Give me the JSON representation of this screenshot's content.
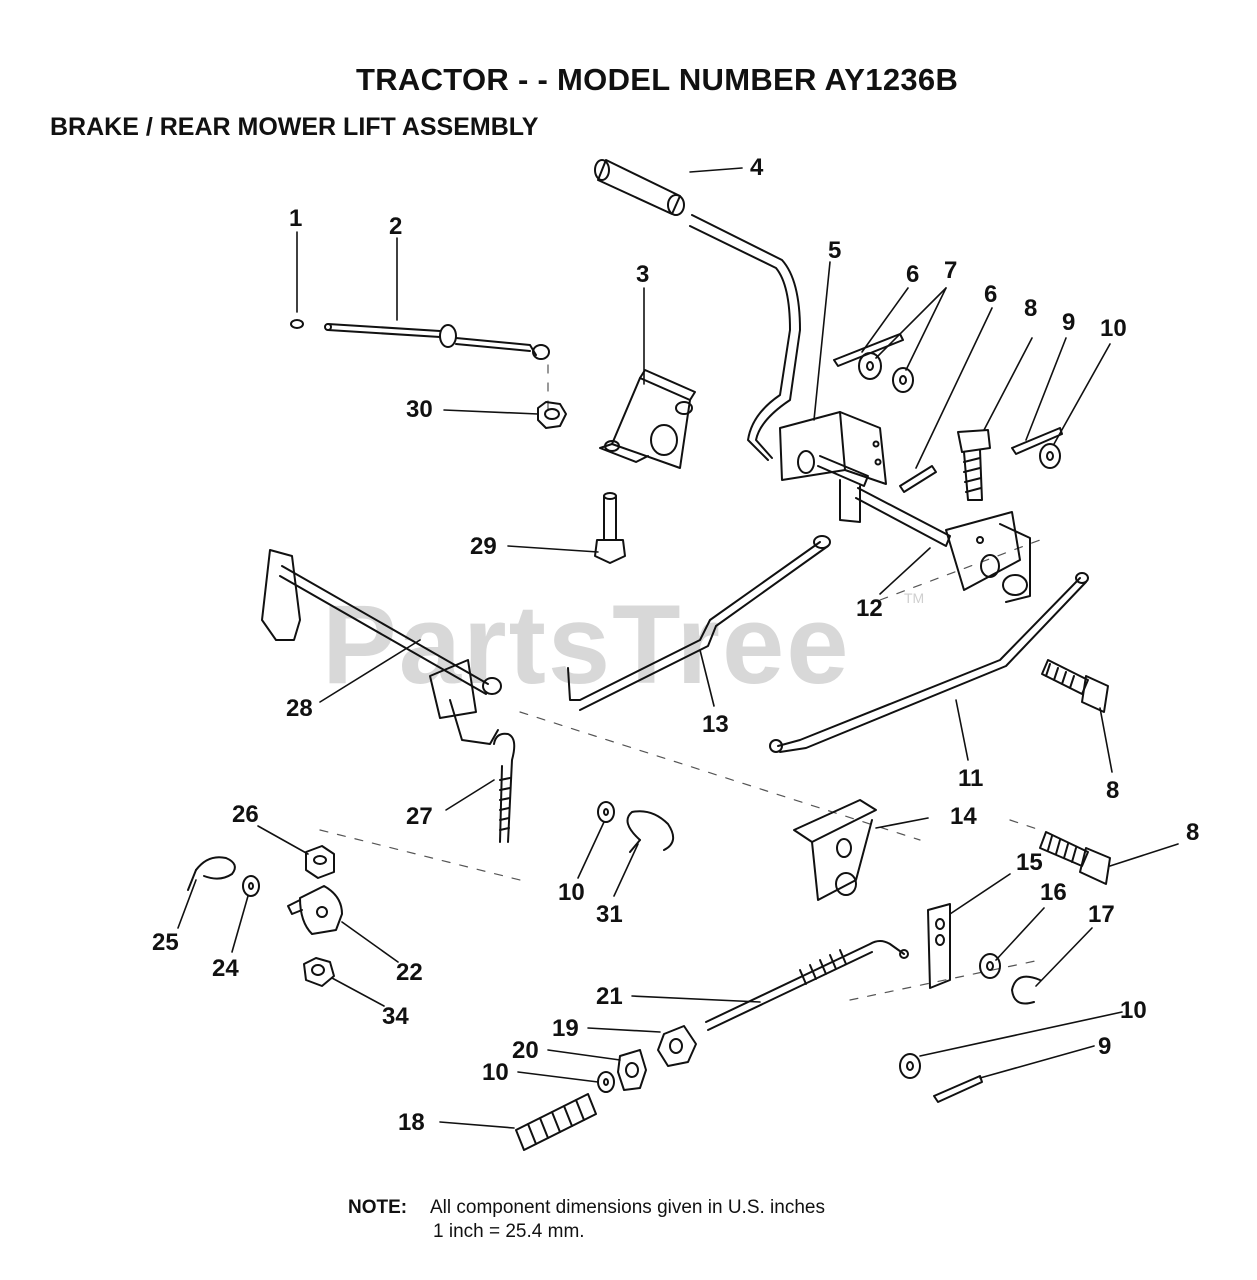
{
  "title": "TRACTOR - - MODEL NUMBER  AY1236B",
  "subtitle": "BRAKE / REAR MOWER LIFT ASSEMBLY",
  "watermark": "PartsTree",
  "watermark_tm": "TM",
  "note": {
    "label": "NOTE:",
    "line1": "All component dimensions given in U.S. inches",
    "line2": "1 inch = 25.4 mm."
  },
  "callouts": {
    "c1": "1",
    "c2": "2",
    "c3": "3",
    "c4": "4",
    "c5": "5",
    "c6a": "6",
    "c6b": "6",
    "c7": "7",
    "c8a": "8",
    "c8b": "8",
    "c8c": "8",
    "c9a": "9",
    "c9b": "9",
    "c10a": "10",
    "c10b": "10",
    "c10c": "10",
    "c10d": "10",
    "c11": "11",
    "c12": "12",
    "c13": "13",
    "c14": "14",
    "c15": "15",
    "c16": "16",
    "c17": "17",
    "c18": "18",
    "c19": "19",
    "c20": "20",
    "c21": "21",
    "c22": "22",
    "c24": "24",
    "c25": "25",
    "c26": "26",
    "c27": "27",
    "c28": "28",
    "c29": "29",
    "c30": "30",
    "c31": "31",
    "c34": "34"
  }
}
